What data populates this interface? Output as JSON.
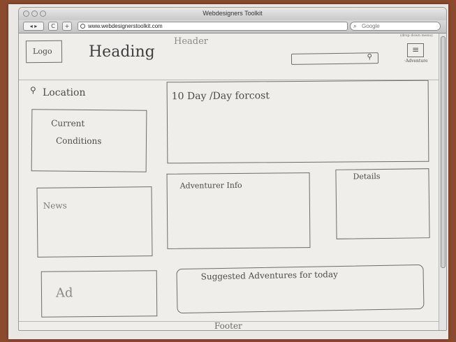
{
  "browser": {
    "title": "Webdesigners Toolkit",
    "url": "www.webdesignerstoolkit.com",
    "search_placeholder": "Google",
    "back_label": "◂ ▸",
    "reload_label": "C",
    "add_label": "+"
  },
  "page": {
    "logo": "Logo",
    "heading": "Heading",
    "header": "Header",
    "nav_note": "(drop down menu)",
    "nav_label": "·Adventure",
    "location": "Location",
    "current_conditions_line1": "Current",
    "current_conditions_line2": "Conditions",
    "forecast": "10 Day  /Day   forcost",
    "news": "News",
    "adventurer_info": "Adventurer Info",
    "details": "Details",
    "ad": "Ad",
    "suggested": "Suggested Adventures for today",
    "footer": "Footer"
  }
}
